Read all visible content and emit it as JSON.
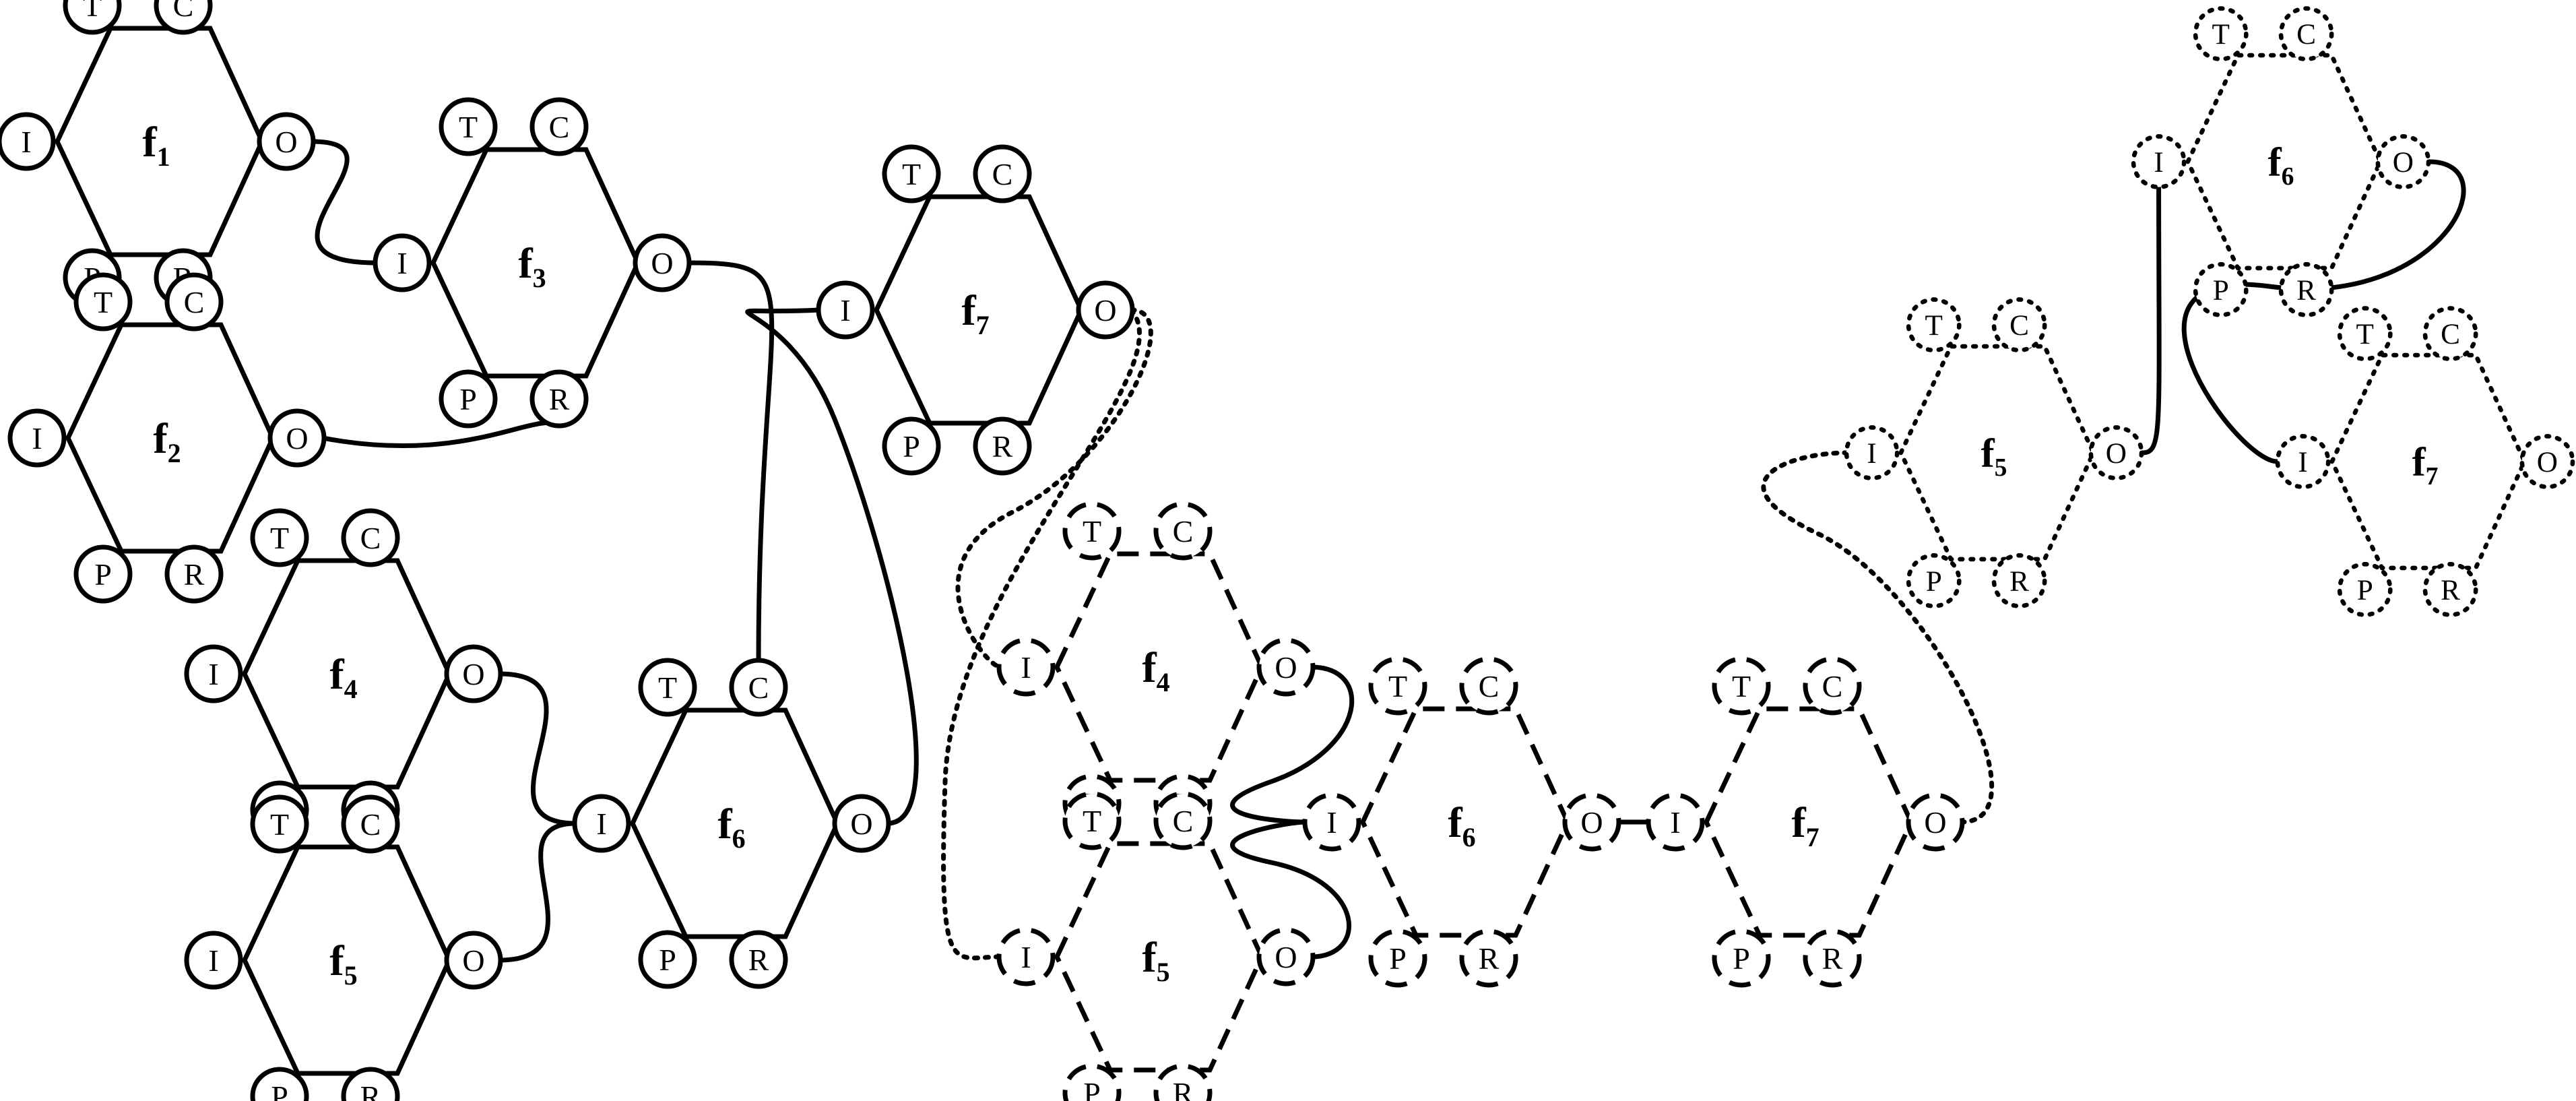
{
  "colors": {
    "stroke": "#000000",
    "background": "#ffffff"
  },
  "port_letters": {
    "T": "T",
    "C": "C",
    "I": "I",
    "O": "O",
    "P": "P",
    "R": "R"
  },
  "nodes": [
    {
      "id": "g1-f1",
      "name": "f",
      "sub": "1",
      "style": "solid"
    },
    {
      "id": "g1-f2",
      "name": "f",
      "sub": "2",
      "style": "solid"
    },
    {
      "id": "g1-f3",
      "name": "f",
      "sub": "3",
      "style": "solid"
    },
    {
      "id": "g1-f4",
      "name": "f",
      "sub": "4",
      "style": "solid"
    },
    {
      "id": "g1-f5",
      "name": "f",
      "sub": "5",
      "style": "solid"
    },
    {
      "id": "g1-f6",
      "name": "f",
      "sub": "6",
      "style": "solid"
    },
    {
      "id": "g1-f7",
      "name": "f",
      "sub": "7",
      "style": "solid"
    },
    {
      "id": "g2-f4",
      "name": "f",
      "sub": "4",
      "style": "dashed"
    },
    {
      "id": "g2-f5",
      "name": "f",
      "sub": "5",
      "style": "dashed"
    },
    {
      "id": "g2-f6",
      "name": "f",
      "sub": "6",
      "style": "dashed"
    },
    {
      "id": "g2-f7",
      "name": "f",
      "sub": "7",
      "style": "dashed"
    },
    {
      "id": "g3-f5",
      "name": "f",
      "sub": "5",
      "style": "dotted"
    },
    {
      "id": "g3-f6",
      "name": "f",
      "sub": "6",
      "style": "dotted"
    },
    {
      "id": "g3-f7",
      "name": "f",
      "sub": "7",
      "style": "dotted"
    }
  ],
  "edges": [
    {
      "from": "g1-f1.O",
      "to": "g1-f3.I",
      "style": "solid"
    },
    {
      "from": "g1-f2.O",
      "to": "g1-f3.R",
      "style": "solid"
    },
    {
      "from": "g1-f3.O",
      "to": "g1-f6.C",
      "style": "solid"
    },
    {
      "from": "g1-f4.O",
      "to": "g1-f6.I",
      "style": "solid"
    },
    {
      "from": "g1-f5.O",
      "to": "g1-f6.I",
      "style": "solid"
    },
    {
      "from": "g1-f6.O",
      "to": "g1-f7.I",
      "style": "solid"
    },
    {
      "from": "g1-f7.O",
      "to": "g2-f4.I",
      "style": "dotted"
    },
    {
      "from": "g1-f7.O",
      "to": "g2-f5.I",
      "style": "dotted"
    },
    {
      "from": "g2-f4.O",
      "to": "g2-f6.I",
      "style": "solid"
    },
    {
      "from": "g2-f5.O",
      "to": "g2-f6.I",
      "style": "solid"
    },
    {
      "from": "g2-f6.O",
      "to": "g2-f7.I",
      "style": "solid"
    },
    {
      "from": "g2-f7.O",
      "to": "g3-f5.I",
      "style": "dotted"
    },
    {
      "from": "g3-f5.O",
      "to": "g3-f6.I",
      "style": "solid"
    },
    {
      "from": "g3-f6.O",
      "to": "g3-f7.I",
      "style": "solid"
    }
  ]
}
